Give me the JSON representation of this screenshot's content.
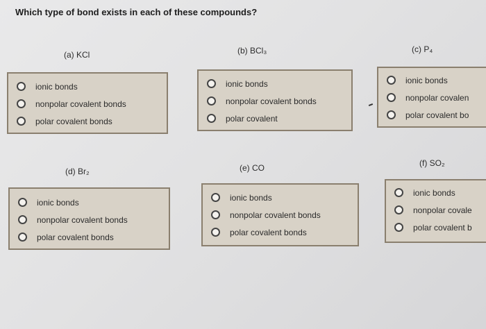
{
  "question": "Which type of bond exists in each of these compounds?",
  "groups": [
    {
      "label": "(a) KCl",
      "options": [
        "ionic bonds",
        "nonpolar covalent bonds",
        "polar covalent bonds"
      ]
    },
    {
      "label": "(b) BCl₃",
      "options": [
        "ionic bonds",
        "nonpolar covalent bonds",
        "polar covalent"
      ]
    },
    {
      "label": "(c) P₄",
      "options": [
        "ionic bonds",
        "nonpolar covalen",
        "polar covalent bo"
      ]
    },
    {
      "label": "(d) Br₂",
      "options": [
        "ionic bonds",
        "nonpolar covalent bonds",
        "polar covalent bonds"
      ]
    },
    {
      "label": "(e) CO",
      "options": [
        "ionic bonds",
        "nonpolar covalent bonds",
        "polar covalent bonds"
      ]
    },
    {
      "label": "(f) SO₂",
      "options": [
        "ionic bonds",
        "nonpolar covale",
        "polar covalent b"
      ]
    }
  ]
}
